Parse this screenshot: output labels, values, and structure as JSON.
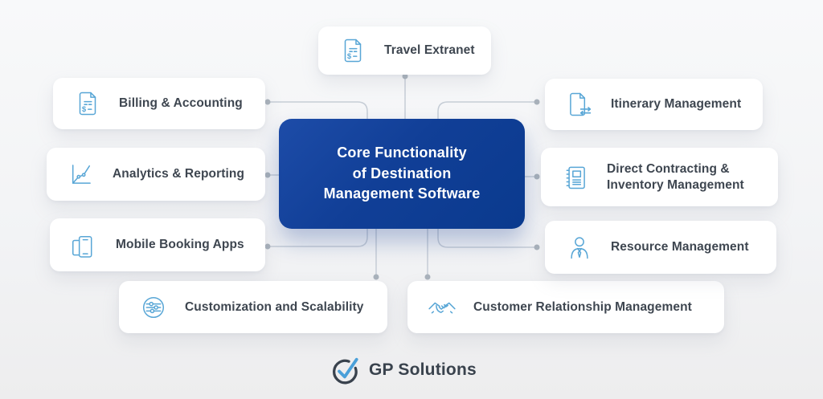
{
  "diagram": {
    "center": {
      "title": "Core Functionality\nof Destination\nManagement Software"
    },
    "cards": {
      "travel_extranet": {
        "label": "Travel Extranet",
        "icon": "invoice-document-icon"
      },
      "billing_accounting": {
        "label": "Billing & Accounting",
        "icon": "invoice-document-icon"
      },
      "analytics_reporting": {
        "label": "Analytics & Reporting",
        "icon": "line-chart-icon"
      },
      "mobile_booking_apps": {
        "label": "Mobile Booking Apps",
        "icon": "smartphones-icon"
      },
      "customization_scalability": {
        "label": "Customization and Scalability",
        "icon": "sliders-icon"
      },
      "customer_relationship_management": {
        "label": "Customer Relationship Management",
        "icon": "handshake-icon"
      },
      "itinerary_management": {
        "label": "Itinerary Management",
        "icon": "document-transfer-icon"
      },
      "direct_contracting_inventory": {
        "label": "Direct Contracting & Inventory Management",
        "icon": "notebook-icon"
      },
      "resource_management": {
        "label": "Resource Management",
        "icon": "person-tie-icon"
      }
    },
    "footer": {
      "brand": "GP Solutions",
      "logo": "check-circle-logo"
    },
    "colors": {
      "center_gradient_start": "#1d4ca8",
      "center_gradient_end": "#0a3a8e",
      "center_text": "#ffffff",
      "card_background": "#ffffff",
      "card_text": "#3e4650",
      "icon_stroke": "#58a6d6",
      "connector_line": "#c6cdd6",
      "connector_dot": "#a9b2bb",
      "logo_circle": "#39424d",
      "logo_check": "#4aa0d9",
      "background": "#f2f3f5"
    }
  }
}
